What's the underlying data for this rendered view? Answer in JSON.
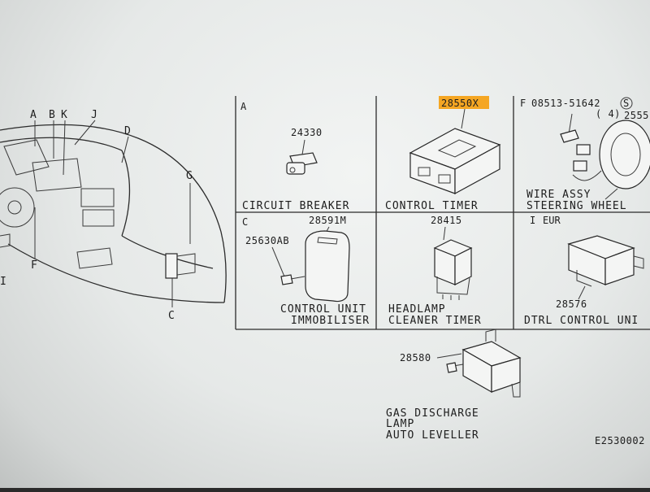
{
  "sections": {
    "a": "A",
    "c": "C",
    "f": "F",
    "i": "I",
    "i_note": "EUR"
  },
  "overview_letters": {
    "a": "A",
    "b": "B",
    "k": "K",
    "j": "J",
    "d": "D",
    "g": "G",
    "f": "F",
    "c": "C",
    "i": "I"
  },
  "parts": {
    "circuit_breaker": {
      "number": "24330",
      "name": "CIRCUIT BREAKER"
    },
    "control_timer": {
      "number": "28550X",
      "name": "CONTROL TIMER",
      "highlight": "#f5a623"
    },
    "wire_assy": {
      "bolt_number": "08513-51642",
      "bolt_mark": "S",
      "qty": "( 4)",
      "number": "2555",
      "name_line1": "WIRE ASSY",
      "name_line2": "STEERING WHEEL"
    },
    "immobiliser": {
      "screw_number": "25630AB",
      "number": "28591M",
      "name_line1": "CONTROL UNIT",
      "name_line2": "IMMOBILISER"
    },
    "headlamp_timer": {
      "number": "28415",
      "name_line1": "HEADLAMP",
      "name_line2": "CLEANER TIMER"
    },
    "dtrl": {
      "number": "28576",
      "name": "DTRL CONTROL UNI"
    },
    "gas_discharge": {
      "screw_number": "28580",
      "name_line1": "GAS DISCHARGE",
      "name_line2": "LAMP",
      "name_line3": "AUTO LEVELLER"
    }
  },
  "diagram_code": "E2530002"
}
